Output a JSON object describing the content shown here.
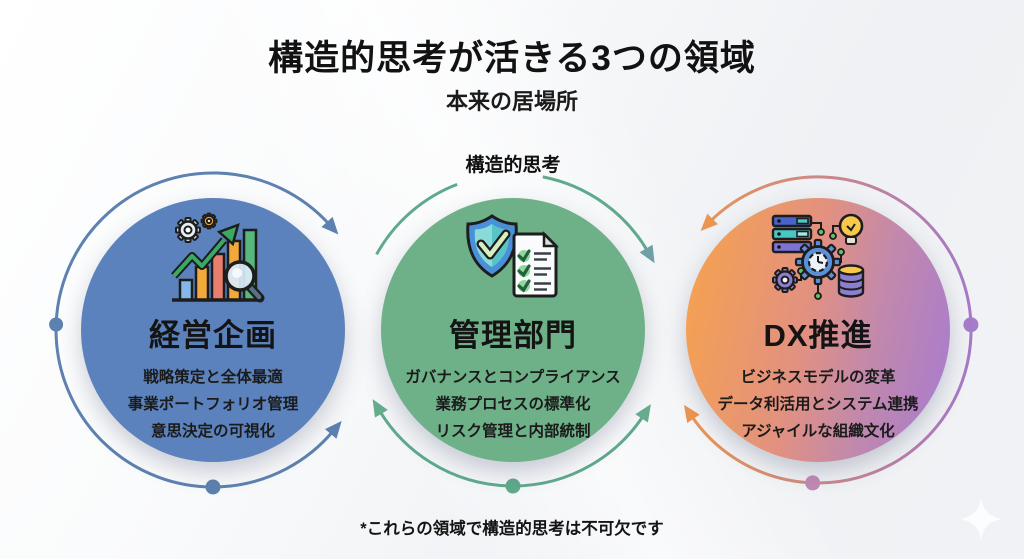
{
  "header": {
    "title": "構造的思考が活きる3つの領域",
    "subtitle": "本来の居場所"
  },
  "center_label": "構造的思考",
  "circles": [
    {
      "heading": "経営企画",
      "items": [
        "戦略策定と全体最適",
        "事業ポートフォリオ管理",
        "意思決定の可視化"
      ],
      "icon": "analytics-chart-icon",
      "fill": "#5b82bd",
      "ring": "#5d81b0"
    },
    {
      "heading": "管理部門",
      "items": [
        "ガバナンスとコンプライアンス",
        "業務プロセスの標準化",
        "リスク管理と内部統制"
      ],
      "icon": "shield-checklist-icon",
      "fill": "#6eb189",
      "ring": "#5fa98c"
    },
    {
      "heading": "DX推進",
      "items": [
        "ビジネスモデルの変革",
        "データ利活用とシステム連携",
        "アジャイルな組織文化"
      ],
      "icon": "digital-transformation-icon",
      "fill_gradient": [
        "#f7a24d",
        "#a87bd0"
      ],
      "ring_gradient": [
        "#ec9550",
        "#a678c8"
      ]
    }
  ],
  "footnote": "*これらの領域で構造的思考は不可欠です",
  "colors": {
    "background": "#f1f2f5",
    "title_text": "#121212",
    "body_text": "#1b1b1b",
    "arrow_teal": "#6fa0a6",
    "arrow_green": "#66ad8f",
    "arrow_orange": "#ec9550",
    "dot_purple": "#a77cc9"
  }
}
